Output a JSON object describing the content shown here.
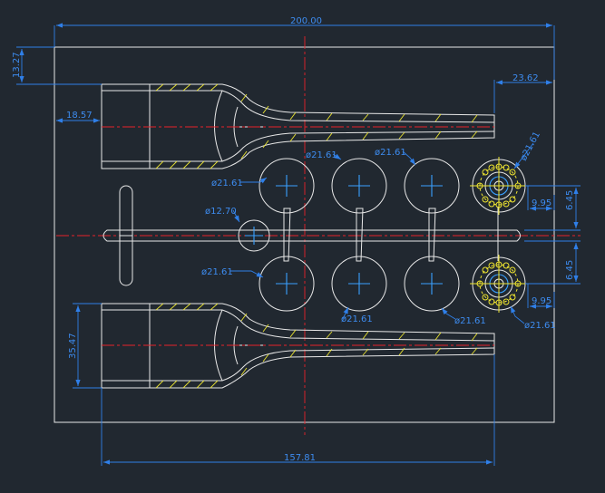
{
  "dimensions": {
    "overall_width": "200.00",
    "top_offset": "13.27",
    "left_offset": "18.57",
    "right_offset": "23.62",
    "lower_height": "35.47",
    "bottom_width": "157.81",
    "small_h1": "9.95",
    "small_h2": "9.95",
    "vert1": "6.45",
    "vert2": "6.45"
  },
  "circle_labels": {
    "c1": "ø21.61",
    "c2": "ø21.61",
    "c3": "ø21.61",
    "c4": "ø12.70",
    "c5": "ø21.61",
    "c6": "ø21.61",
    "c7": "ø21.61",
    "flange_top": "ø21.61",
    "flange_bot": "ø21.61"
  }
}
